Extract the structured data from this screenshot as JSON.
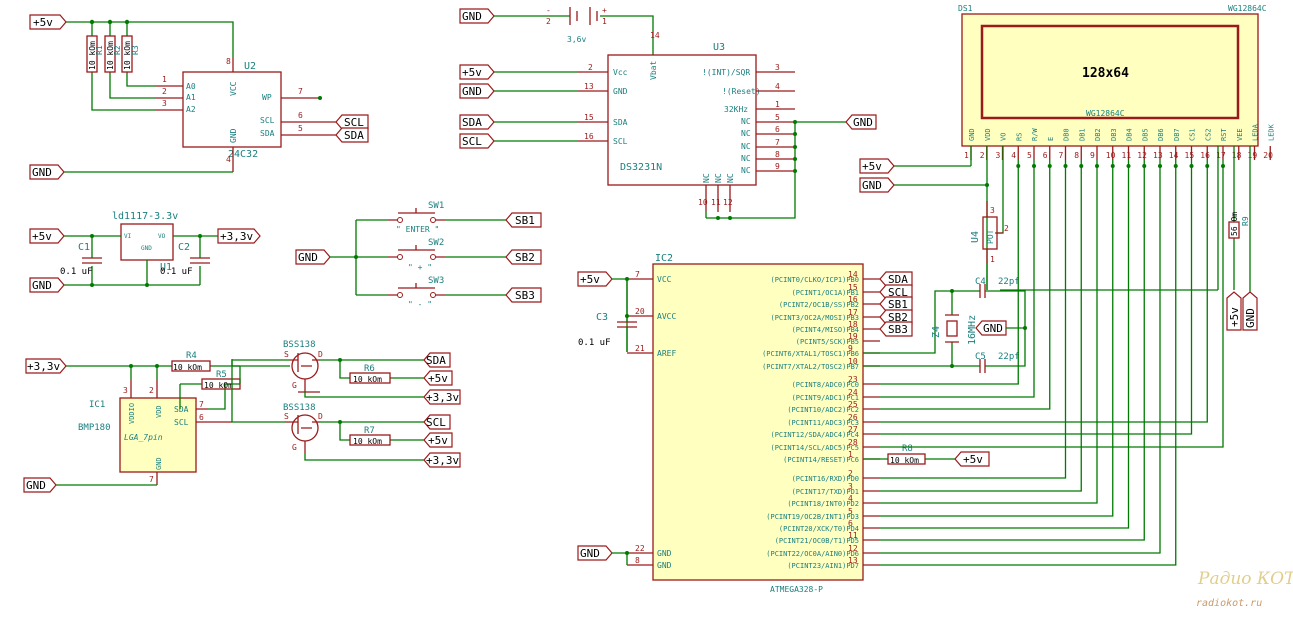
{
  "nets": {
    "vcc5": "+5v",
    "vcc33": "+3,3v",
    "gnd": "GND",
    "sda": "SDA",
    "scl": "SCL",
    "sb1": "SB1",
    "sb2": "SB2",
    "sb3": "SB3"
  },
  "eeprom": {
    "ref": "U2",
    "value": "24C32",
    "pins": {
      "a0": "A0",
      "a1": "A1",
      "a2": "A2",
      "vcc": "VCC",
      "gnd": "GND",
      "wp": "WP",
      "scl": "SCL",
      "sda": "SDA"
    },
    "nums": {
      "a0": "1",
      "a1": "2",
      "a2": "3",
      "vcc": "8",
      "gnd": "4",
      "wp": "7",
      "scl": "6",
      "sda": "5"
    }
  },
  "pullups_top": [
    {
      "ref": "R1",
      "value": "10 kOm"
    },
    {
      "ref": "R2",
      "value": "10 kOm"
    },
    {
      "ref": "R3",
      "value": "10 kOm"
    }
  ],
  "rtc": {
    "ref": "U3",
    "value": "DS3231N",
    "pins": {
      "vcc": "Vcc",
      "gnd": "GND",
      "sda": "SDA",
      "scl": "SCL",
      "vbat": "Vbat",
      "int": "!(INT)/SQR",
      "reset": "!(Reset)",
      "k32": "32KHz",
      "nc": "NC"
    },
    "nums": {
      "vcc": "2",
      "gnd": "13",
      "sda": "15",
      "scl": "16",
      "vbat": "14",
      "int": "3",
      "reset": "4",
      "k32": "1",
      "nc_r": [
        "5",
        "6",
        "7",
        "8",
        "9"
      ],
      "nc_b": [
        "10",
        "11",
        "12"
      ]
    }
  },
  "battery": {
    "value": "3,6v",
    "minus": "-",
    "plus": "+",
    "n_minus": "2",
    "n_plus": "1"
  },
  "lcd": {
    "ref": "DS1",
    "model": "WG12864C",
    "resolution": "128x64",
    "pins": [
      "GND",
      "VDD",
      "VO",
      "RS",
      "R/W",
      "E",
      "DB0",
      "DB1",
      "DB2",
      "DB3",
      "DB4",
      "DB5",
      "DB6",
      "DB7",
      "CS1",
      "CS2",
      "RST",
      "VEE",
      "LEDA",
      "LEDK"
    ],
    "nums": [
      "1",
      "2",
      "3",
      "4",
      "5",
      "6",
      "7",
      "8",
      "9",
      "10",
      "11",
      "12",
      "13",
      "14",
      "15",
      "16",
      "17",
      "18",
      "19",
      "20"
    ]
  },
  "pot": {
    "ref": "U4",
    "value": "POT",
    "n1": "1",
    "n2": "2",
    "n3": "3"
  },
  "r9": {
    "ref": "R9",
    "value": "56 Om"
  },
  "ldo": {
    "ref": "U1",
    "value": "ld1117-3.3v",
    "vi": "VI",
    "vo": "VO",
    "gnd": "GND"
  },
  "caps_ldo": [
    {
      "ref": "C1",
      "value": "0.1 uF"
    },
    {
      "ref": "C2",
      "value": "0.1 uF"
    }
  ],
  "switches": [
    {
      "ref": "SW1",
      "label": "\" ENTER \""
    },
    {
      "ref": "SW2",
      "label": "\" + \""
    },
    {
      "ref": "SW3",
      "label": "\" - \""
    }
  ],
  "mcu": {
    "ref": "IC2",
    "value": "ATMEGA328-P",
    "left": [
      {
        "num": "7",
        "name": "VCC"
      },
      {
        "num": "20",
        "name": "AVCC"
      },
      {
        "num": "21",
        "name": "AREF"
      },
      {
        "num": "22",
        "name": "GND"
      },
      {
        "num": "8",
        "name": "GND"
      }
    ],
    "right": [
      {
        "num": "14",
        "name": "(PCINT0/CLKO/ICP1)PB0"
      },
      {
        "num": "15",
        "name": "(PCINT1/OC1A)PB1"
      },
      {
        "num": "16",
        "name": "(PCINT2/OC1B/SS)PB2"
      },
      {
        "num": "17",
        "name": "(PCINT3/OC2A/MOSI)PB3"
      },
      {
        "num": "18",
        "name": "(PCINT4/MISO)PB4"
      },
      {
        "num": "19",
        "name": "(PCINT5/SCK)PB5"
      },
      {
        "num": "9",
        "name": "(PCINT6/XTAL1/TOSC1)PB6"
      },
      {
        "num": "10",
        "name": "(PCINT7/XTAL2/TOSC2)PB7"
      },
      {
        "num": "23",
        "name": "(PCINT8/ADC0)PC0"
      },
      {
        "num": "24",
        "name": "(PCINT9/ADC1)PC1"
      },
      {
        "num": "25",
        "name": "(PCINT10/ADC2)PC2"
      },
      {
        "num": "26",
        "name": "(PCINT11/ADC3)PC3"
      },
      {
        "num": "27",
        "name": "(PCINT12/SDA/ADC4)PC4"
      },
      {
        "num": "28",
        "name": "(PCINT14/SCL/ADC5)PC5"
      },
      {
        "num": "1",
        "name": "(PCINT14/RESET)PC6"
      },
      {
        "num": "2",
        "name": "(PCINT16/RXD)PD0"
      },
      {
        "num": "3",
        "name": "(PCINT17/TXD)PD1"
      },
      {
        "num": "4",
        "name": "(PCINT18/INT0)PD2"
      },
      {
        "num": "5",
        "name": "(PCINT19/OC2B/INT1)PD3"
      },
      {
        "num": "6",
        "name": "(PCINT20/XCK/T0)PD4"
      },
      {
        "num": "11",
        "name": "(PCINT21/OC0B/T1)PD5"
      },
      {
        "num": "12",
        "name": "(PCINT22/OC0A/AIN0)PD6"
      },
      {
        "num": "13",
        "name": "(PCINT23/AIN1)PD7"
      }
    ]
  },
  "c3": {
    "ref": "C3",
    "value": "0.1 uF"
  },
  "crystal": {
    "ref": "Z4",
    "value": "16MHz"
  },
  "c4": {
    "ref": "C4",
    "value": "22pf"
  },
  "c5": {
    "ref": "C5",
    "value": "22pf"
  },
  "r8": {
    "ref": "R8",
    "value": "10 kOm"
  },
  "sensor": {
    "ref": "IC1",
    "value": "BMP180",
    "package": "LGA_7pin",
    "pins": {
      "vddio": "VDDIO",
      "vdd": "VDD",
      "gnd": "GND",
      "sda": "SDA",
      "scl": "SCL"
    },
    "nums": {
      "vddio": "3",
      "vdd": "2",
      "gnd": "7",
      "sda": "7",
      "scl": "6"
    }
  },
  "level_shift": {
    "r4": {
      "ref": "R4",
      "value": "10 kOm"
    },
    "r5": {
      "ref": "R5",
      "value": "10 kOm"
    },
    "r6": {
      "ref": "R6",
      "value": "10 kOm"
    },
    "r7": {
      "ref": "R7",
      "value": "10 kOm"
    },
    "q1": "BSS138",
    "q2": "BSS138",
    "s": "S",
    "d": "D",
    "g": "G"
  },
  "watermark": {
    "line1": "Радио КОТ",
    "line2": "radiokot.ru"
  }
}
